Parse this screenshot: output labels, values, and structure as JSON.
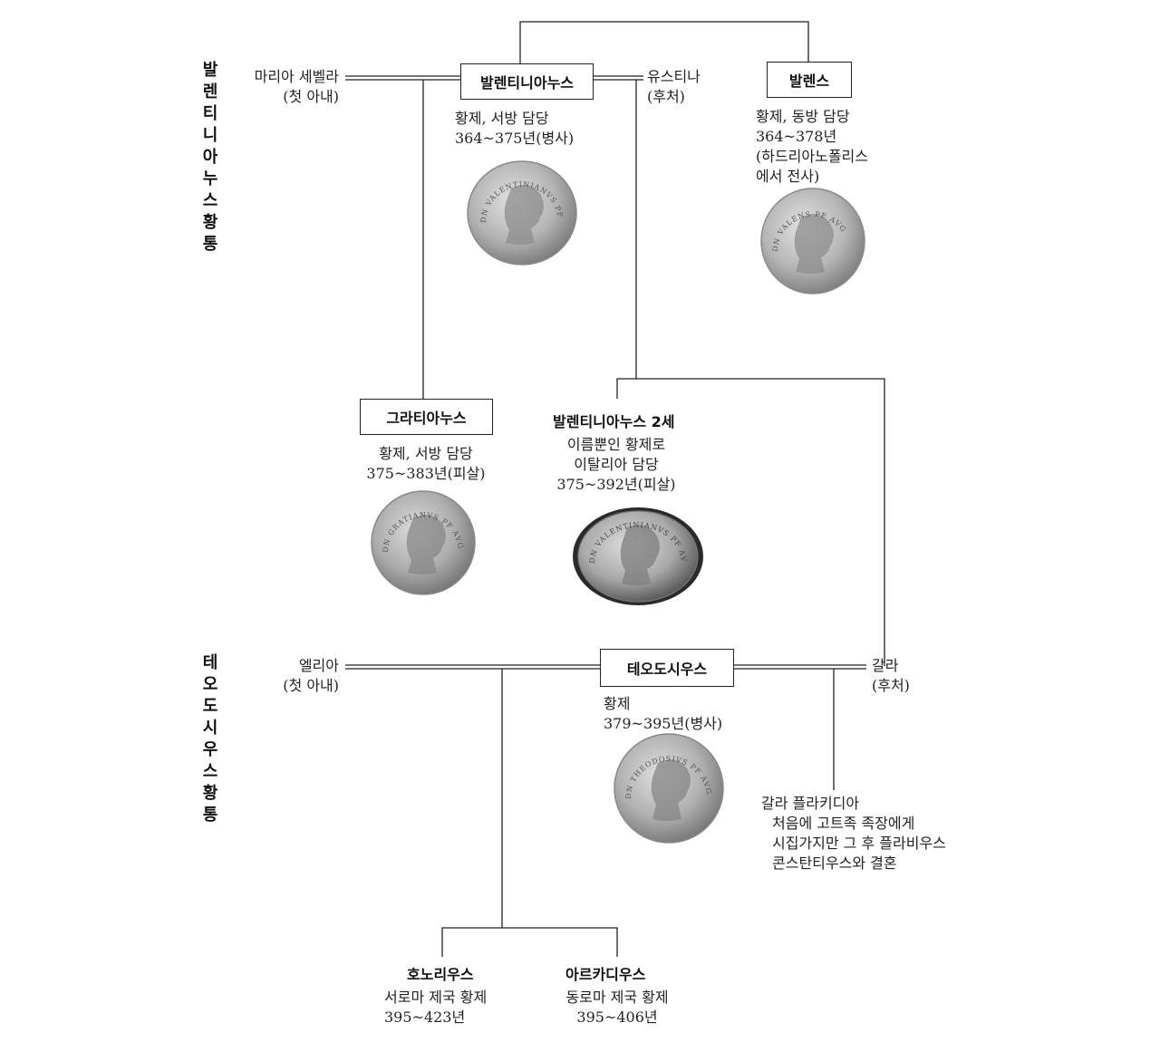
{
  "dynasties": {
    "valentinian": "발렌티니아누스 황통",
    "theodosian": "테오도시우스 황통"
  },
  "people": {
    "maria": {
      "name": "마리아 세벨라",
      "note": "(첫 아내)"
    },
    "valentinian1": {
      "name": "발렌티니아누스",
      "line1": "황제, 서방 담당",
      "line2": "364~375년(병사)"
    },
    "justina": {
      "name": "유스티나",
      "note": "(후처)"
    },
    "valens": {
      "name": "발렌스",
      "line1": "황제, 동방 담당",
      "line2": "364~378년",
      "line3": "(하드리아노폴리스",
      "line4": "에서 전사)"
    },
    "gratian": {
      "name": "그라티아누스",
      "line1": "황제, 서방 담당",
      "line2": "375~383년(피살)"
    },
    "valentinian2": {
      "name": "발렌티니아누스 2세",
      "line1": "이름뿐인 황제로",
      "line2": "이탈리아 담당",
      "line3": "375~392년(피살)"
    },
    "aelia": {
      "name": "엘리아",
      "note": "(첫 아내)"
    },
    "theodosius": {
      "name": "테오도시우스",
      "line1": "황제",
      "line2": "379~395년(병사)"
    },
    "galla": {
      "name": "갈라",
      "note": "(후처)"
    },
    "galla_placidia": {
      "name": "갈라 플라키디아",
      "line1": "처음에 고트족 족장에게",
      "line2": "시집가지만 그 후 플라비우스",
      "line3": "콘스탄티우스와 결혼"
    },
    "honorius": {
      "name": "호노리우스",
      "line1": "서로마 제국 황제",
      "line2": "395~423년"
    },
    "arcadius": {
      "name": "아르카디우스",
      "line1": "동로마 제국 황제",
      "line2": "395~406년"
    }
  },
  "coin_legends": {
    "valentinian1": "DN VALENTINIANVS PF AVG",
    "valens": "DN VALENS PF AVG",
    "gratian": "DN GRATIANVS PF AVG",
    "valentinian2": "DN VALENTINIANVS PF AVG",
    "theodosius": "DN THEODOSIVS PF AVG"
  }
}
